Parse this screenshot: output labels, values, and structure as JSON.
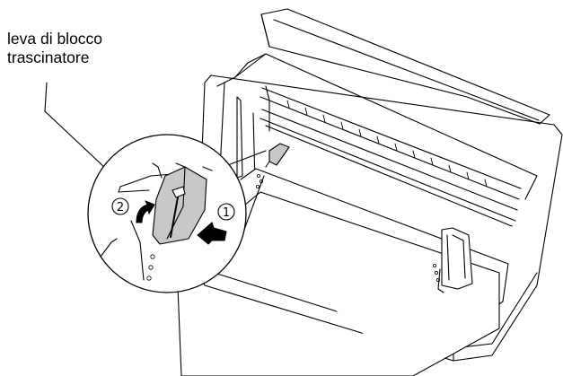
{
  "callout": {
    "line1": "leva di blocco",
    "line2": "trascinatore"
  },
  "steps": {
    "first": "①",
    "second": "②"
  },
  "icons": {
    "push_arrow": "arrow-left-icon",
    "lift_arrow": "arrow-up-icon"
  },
  "colors": {
    "ink": "#000000",
    "lever_fill": "#c8c8c8",
    "paper": "#ffffff"
  }
}
